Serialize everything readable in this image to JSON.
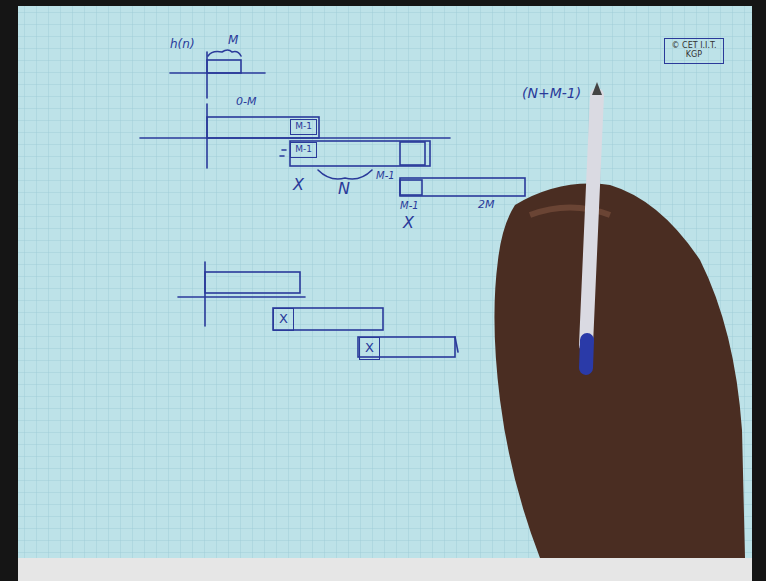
{
  "diagram": {
    "nodes": [
      {
        "text": [
          "© CET I.I.T. KGP"
        ]
      },
      {
        "text": [
          "M-1"
        ]
      },
      {
        "text": [
          "M-1"
        ]
      },
      {
        "text": [
          "X"
        ]
      },
      {
        "text": [
          "X"
        ]
      }
    ],
    "labels": [
      "h(n)",
      "M",
      "0-M",
      "N",
      "M-1",
      "M-1",
      "X",
      "X",
      "2M",
      "(N+M-1)"
    ]
  }
}
